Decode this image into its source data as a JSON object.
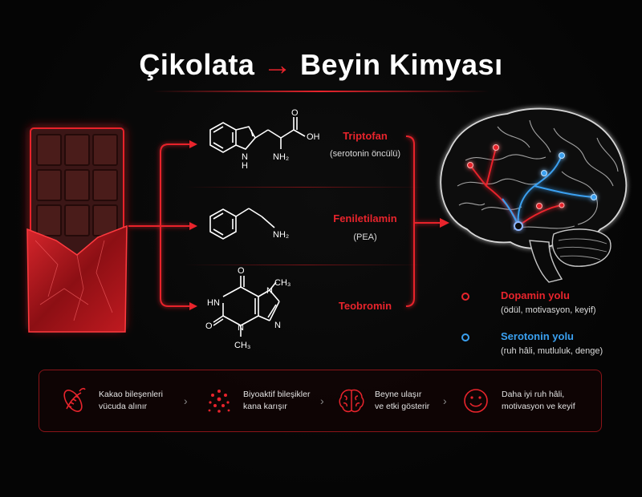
{
  "title": {
    "left": "Çikolata",
    "arrow": "→",
    "right": "Beyin Kimyası"
  },
  "compounds": [
    {
      "name": "Triptofan",
      "desc": "(serotonin öncülü)"
    },
    {
      "name": "Feniletilamin",
      "desc": "(PEA)"
    },
    {
      "name": "Teobromin",
      "desc": ""
    }
  ],
  "molecule_labels": {
    "tryptophan": {
      "oh": "OH",
      "o": "O",
      "nh2": "NH₂",
      "nh": "N",
      "h": "H"
    },
    "pea": {
      "nh2": "NH₂"
    },
    "theobromine": {
      "o1": "O",
      "o2": "O",
      "hn": "HN",
      "n1": "N",
      "n2": "N",
      "n3": "N",
      "ch3a": "CH₃",
      "ch3b": "CH₃"
    }
  },
  "legend": [
    {
      "title": "Dopamin yolu",
      "desc": "(ödül, motivasyon, keyif)",
      "color": "#e8242c"
    },
    {
      "title": "Serotonin yolu",
      "desc": "(ruh hâli, mutluluk, denge)",
      "color": "#3aa0f0"
    }
  ],
  "steps": [
    {
      "line1": "Kakao bileşenleri",
      "line2": "vücuda alınır",
      "icon": "cocoa-pod-icon"
    },
    {
      "line1": "Biyoaktif bileşikler",
      "line2": "kana karışır",
      "icon": "particles-icon"
    },
    {
      "line1": "Beyne ulaşır",
      "line2": "ve etki gösterir",
      "icon": "brain-icon"
    },
    {
      "line1": "Daha iyi ruh hâli,",
      "line2": "motivasyon ve keyif",
      "icon": "smiley-icon"
    }
  ],
  "chevron": "›",
  "colors": {
    "accent": "#e8242c",
    "serotonin": "#3aa0f0",
    "background": "#050505"
  }
}
